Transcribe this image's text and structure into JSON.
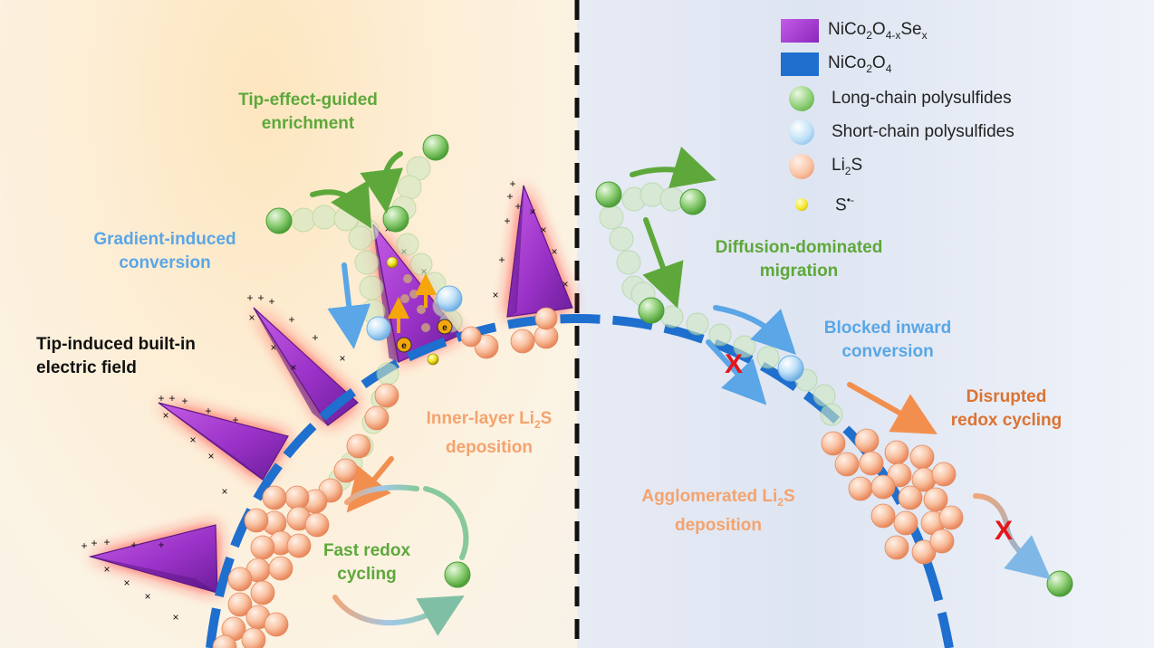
{
  "legend": {
    "nico2o4_sex": {
      "base": "NiCo",
      "sub1": "2",
      "mid": "O",
      "sub2": "4-x",
      "tail": "Se",
      "sub3": "x",
      "color": "#9b32c8"
    },
    "nico2o4": {
      "base": "NiCo",
      "sub1": "2",
      "mid": "O",
      "sub2": "4",
      "color": "#1f6fcf"
    },
    "long_chain": {
      "label": "Long-chain polysulfides",
      "color": "#7fc66a"
    },
    "short_chain": {
      "label": "Short-chain polysulfides",
      "color": "#a9d5f5"
    },
    "li2s": {
      "base": "Li",
      "sub": "2",
      "tail": "S",
      "color": "#f7b593"
    },
    "s_radical": {
      "base": "S",
      "sup": "•-",
      "color": "#f2e21c"
    }
  },
  "labels": {
    "tip_effect": {
      "line1": "Tip-effect-guided",
      "line2": "enrichment"
    },
    "gradient": {
      "line1": "Gradient-induced",
      "line2": "conversion"
    },
    "tip_field": {
      "line1": "Tip-induced built-in",
      "line2": "electric field"
    },
    "inner_layer": {
      "pre": "Inner-layer Li",
      "sub": "2",
      "post": "S",
      "line2": "deposition"
    },
    "fast_redox": {
      "line1": "Fast redox",
      "line2": "cycling"
    },
    "diffusion": {
      "line1": "Diffusion-dominated",
      "line2": "migration"
    },
    "blocked": {
      "line1": "Blocked inward",
      "line2": "conversion"
    },
    "disrupted": {
      "line1": "Disrupted",
      "line2": "redox cycling"
    },
    "agglomerated": {
      "pre": "Agglomerated Li",
      "sub": "2",
      "post": "S",
      "line2": "deposition"
    }
  },
  "symbols": {
    "electron": "e",
    "electron_charge": "-",
    "plus": "+",
    "cross": "×",
    "blocked_mark": "X"
  }
}
